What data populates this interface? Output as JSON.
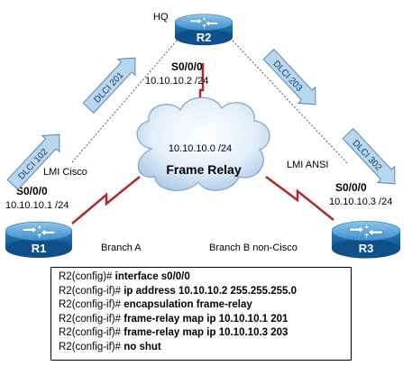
{
  "routers": {
    "hq": {
      "label": "HQ",
      "name": "R2",
      "interface": "S0/0/0",
      "ip": "10.10.10.2 /24"
    },
    "r1": {
      "name": "R1",
      "interface": "S0/0/0",
      "ip": "10.10.10.1 /24",
      "lmi": "LMI Cisco",
      "site": "Branch A"
    },
    "r3": {
      "name": "R3",
      "interface": "S0/0/0",
      "ip": "10.10.10.3 /24",
      "lmi": "LMI ANSI",
      "site": "Branch B non-Cisco"
    }
  },
  "cloud": {
    "network": "10.10.10.0 /24",
    "title": "Frame Relay"
  },
  "dlci": {
    "r2_to_r1": "DLCI 201",
    "r1_to_r2": "DLCI 102",
    "r2_to_r3": "DLCI 203",
    "r3_to_r2": "DLCI 302"
  },
  "commands": [
    {
      "prompt": "R2(config)#",
      "text": "interface s0/0/0"
    },
    {
      "prompt": "R2(config-if)#",
      "text": "ip address 10.10.10.2 255.255.255.0"
    },
    {
      "prompt": "R2(config-if)#",
      "text": "encapsulation frame-relay"
    },
    {
      "prompt": "R2(config-if)#",
      "text": "frame-relay map ip 10.10.10.1 201"
    },
    {
      "prompt": "R2(config-if)#",
      "text": "frame-relay map ip 10.10.10.3 203"
    },
    {
      "prompt": "R2(config-if)#",
      "text": "no shut"
    }
  ],
  "colors": {
    "router_top": "#5aa6d8",
    "router_body": "#1e6fb0",
    "link": "#b3262a",
    "arrow_fill": "#b9d6ef",
    "arrow_stroke": "#5a86b8"
  }
}
